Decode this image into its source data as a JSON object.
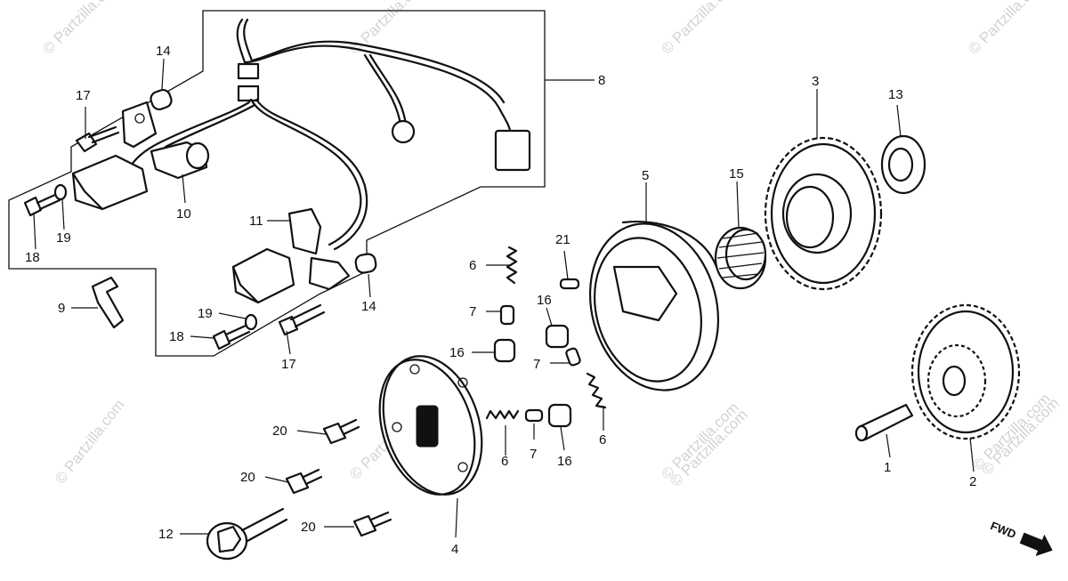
{
  "watermarks": [
    "© Partzilla.com",
    "© Partzilla.com",
    "© Partzilla.com",
    "© Partzilla.com",
    "© Partzilla.com",
    "© Partzilla.com",
    "© Partzilla.com",
    "© Partzilla.com",
    "© Partzilla.com",
    "© Partzilla.com"
  ],
  "callouts": {
    "c1": "1",
    "c2": "2",
    "c3": "3",
    "c4": "4",
    "c5": "5",
    "c6a": "6",
    "c6b": "6",
    "c6c": "6",
    "c7a": "7",
    "c7b": "7",
    "c7c": "7",
    "c8": "8",
    "c9": "9",
    "c10": "10",
    "c11": "11",
    "c12": "12",
    "c13": "13",
    "c14a": "14",
    "c14b": "14",
    "c15": "15",
    "c16a": "16",
    "c16b": "16",
    "c16c": "16",
    "c17a": "17",
    "c17b": "17",
    "c18a": "18",
    "c18b": "18",
    "c19a": "19",
    "c19b": "19",
    "c20a": "20",
    "c20b": "20",
    "c20c": "20",
    "c21": "21"
  },
  "direction": {
    "label": "FWD"
  },
  "icons": {
    "direction": "fwd-arrow-icon"
  }
}
